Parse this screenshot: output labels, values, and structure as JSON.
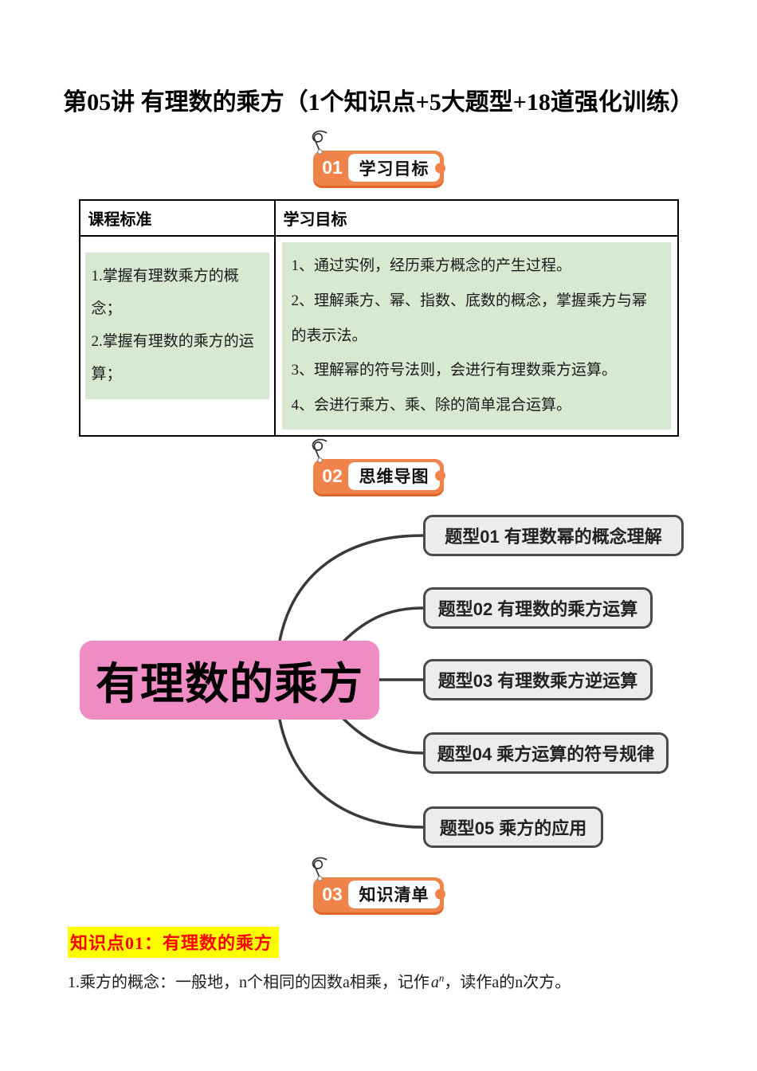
{
  "title": "第05讲 有理数的乘方（1个知识点+5大题型+18道强化训练）",
  "sections": [
    {
      "num": "01",
      "label": "学习目标"
    },
    {
      "num": "02",
      "label": "思维导图"
    },
    {
      "num": "03",
      "label": "知识清单"
    }
  ],
  "objectives_table": {
    "header_left": "课程标准",
    "header_right": "学习目标",
    "standards": [
      "1.掌握有理数乘方的概念；",
      "2.掌握有理数的乘方的运算；"
    ],
    "goals": [
      "1、通过实例，经历乘方概念的产生过程。",
      "2、理解乘方、幂、指数、底数的概念，掌握乘方与幂的表示法。",
      "3、理解幂的符号法则，会进行有理数乘方运算。",
      "4、会进行乘方、乘、除的简单混合运算。"
    ],
    "highlight_color": "#d8e9d2"
  },
  "mindmap": {
    "center_label": "有理数的乘方",
    "center_color": "#ee8cc3",
    "branch_fill": "#ececec",
    "branch_border": "#4a4a4a",
    "branches": [
      "题型01 有理数幂的概念理解",
      "题型02 有理数的乘方运算",
      "题型03 有理数乘方逆运算",
      "题型04 乘方运算的符号规律",
      "题型05 乘方的应用"
    ]
  },
  "knowledge_section": {
    "heading": "知识点01：有理数的乘方",
    "heading_color": "#ff0000",
    "highlight_color": "#ffff00",
    "concept": {
      "prefix": "1.乘方的概念：一般地，n个相同的因数a相乘，记作",
      "base": "a",
      "exponent": "n",
      "suffix": "，读作a的n次方。"
    }
  },
  "accent_colors": {
    "badge_orange": "#f0834a",
    "badge_shadow": "#de6526"
  }
}
